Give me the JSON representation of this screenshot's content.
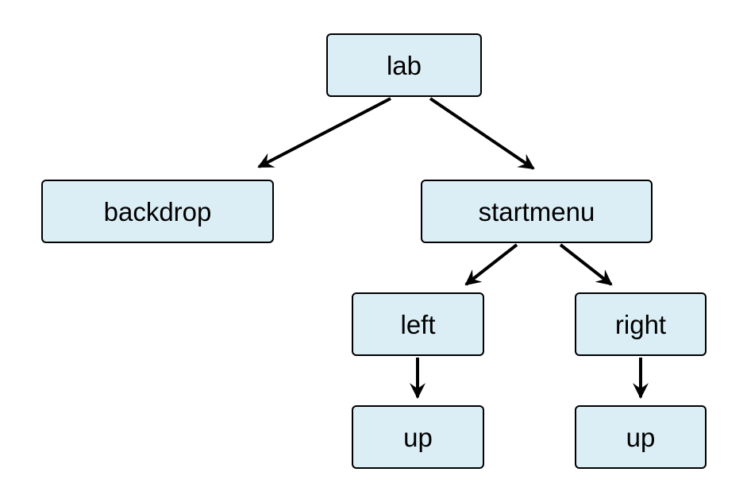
{
  "diagram": {
    "type": "tree",
    "title": "",
    "nodes": [
      {
        "id": "lab",
        "label": "lab"
      },
      {
        "id": "backdrop",
        "label": "backdrop"
      },
      {
        "id": "startmenu",
        "label": "startmenu"
      },
      {
        "id": "left",
        "label": "left"
      },
      {
        "id": "right",
        "label": "right"
      },
      {
        "id": "up-left",
        "label": "up"
      },
      {
        "id": "up-right",
        "label": "up"
      }
    ],
    "edges": [
      {
        "from": "lab",
        "to": "backdrop"
      },
      {
        "from": "lab",
        "to": "startmenu"
      },
      {
        "from": "startmenu",
        "to": "left"
      },
      {
        "from": "startmenu",
        "to": "right"
      },
      {
        "from": "left",
        "to": "up-left"
      },
      {
        "from": "right",
        "to": "up-right"
      }
    ],
    "colors": {
      "node_fill": "#dbeef6",
      "node_border": "#000000",
      "edge": "#000000",
      "background": "#ffffff"
    }
  }
}
